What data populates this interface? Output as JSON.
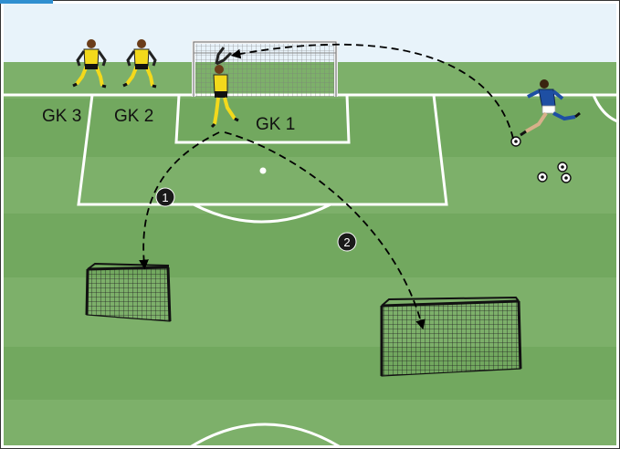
{
  "colors": {
    "pitch_light": "#7db06a",
    "pitch_dark": "#6ea45c",
    "sky": "#e6f2fb",
    "lines": "#ffffff",
    "goalkeeper_kit": "#f3d91c",
    "attacker_kit": "#1e4fa3",
    "marker": "#1a1a1a",
    "corner_tab": "#2f8fd0"
  },
  "labels": {
    "gk3": "GK 3",
    "gk2": "GK 2",
    "gk1": "GK 1"
  },
  "markers": {
    "m1": "1",
    "m2": "2"
  },
  "icons": {
    "players": [
      "goalkeeper",
      "goalkeeper",
      "goalkeeper",
      "striker"
    ],
    "balls": "soccer-ball",
    "goals": [
      "main-goal",
      "small-goal-left",
      "small-goal-right"
    ]
  }
}
